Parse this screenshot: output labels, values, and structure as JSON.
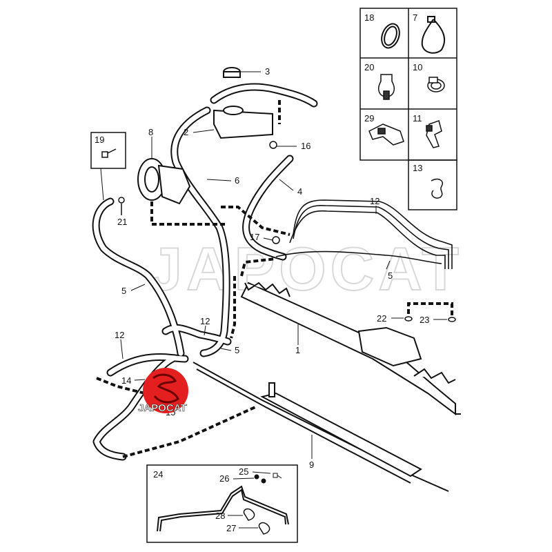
{
  "watermark": "JAPOCAT",
  "logo": {
    "text": "JAPOCAT",
    "color": "#e41f1f"
  },
  "callouts": {
    "c1": "1",
    "c2": "2",
    "c3": "3",
    "c4": "4",
    "c5a": "5",
    "c5b": "5",
    "c5c": "5",
    "c6": "6",
    "c8": "8",
    "c9": "9",
    "c12a": "12",
    "c12b": "12",
    "c12c": "12",
    "c14": "14",
    "c15": "15",
    "c16": "16",
    "c17": "17",
    "c19": "19",
    "c21": "21",
    "c22": "22",
    "c23": "23",
    "c24": "24",
    "c25": "25",
    "c26": "26",
    "c27": "27",
    "c28": "28"
  },
  "grid": {
    "g18": "18",
    "g7": "7",
    "g20": "20",
    "g10": "10",
    "g29": "29",
    "g11": "11",
    "g13": "13"
  }
}
